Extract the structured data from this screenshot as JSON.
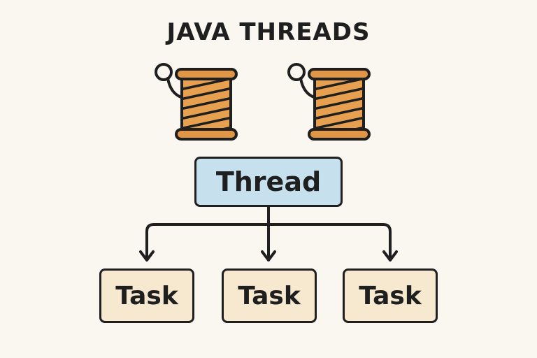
{
  "title": "JAVA THREADS",
  "thread": {
    "label": "Thread"
  },
  "tasks": [
    {
      "label": "Task"
    },
    {
      "label": "Task"
    },
    {
      "label": "Task"
    }
  ],
  "colors": {
    "background": "#f9f7f0",
    "outline": "#1f1f1f",
    "thread_fill": "#c7e0ee",
    "task_fill": "#f7e9cf",
    "spool_body": "#e6a050",
    "spool_flange": "#e09644"
  },
  "icons": [
    "spool-of-thread-icon",
    "spool-of-thread-icon"
  ]
}
